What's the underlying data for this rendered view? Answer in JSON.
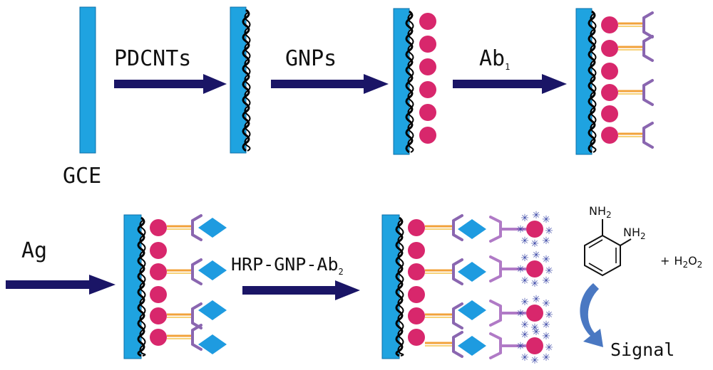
{
  "labels": {
    "gce": "GCE",
    "pdcnts": "PDCNTs",
    "gnps": "GNPs",
    "ab1_main": "Ab",
    "ab1_sub": "1",
    "ag": "Ag",
    "hrp_main": "HRP-GNP-Ab",
    "hrp_sub": "2",
    "signal": "Signal",
    "plus": "+",
    "h2o2_h": "H",
    "h2o2_sub1": "2",
    "h2o2_o": "O",
    "h2o2_sub2": "2",
    "nh_top": "NH",
    "nh_top_sub": "2",
    "nh_right": "NH",
    "nh_right_sub": "2"
  },
  "colors": {
    "electrode": "#1fa3e0",
    "electrode_edge": "#0b6fa8",
    "arrow": "#1a1566",
    "wavy": "#000000",
    "gnp": "#d8276c",
    "antibody": "#8a66b0",
    "linker_orange": "#f2a23a",
    "linker_purple": "#b07ac6",
    "antigen": "#1e9be0",
    "hrp_star": "#3d4aa8",
    "signal_arrow": "#4a78c2"
  },
  "icons": {
    "electrode": "electrode-bar",
    "wavy": "pdcnt-chain",
    "gnp": "gold-nanoparticle",
    "antibody": "y-shaped-antibody",
    "antigen": "diamond-antigen",
    "hrp": "asterisk-hrp",
    "ring": "benzene-ring",
    "signal": "curved-signal-arrow"
  }
}
